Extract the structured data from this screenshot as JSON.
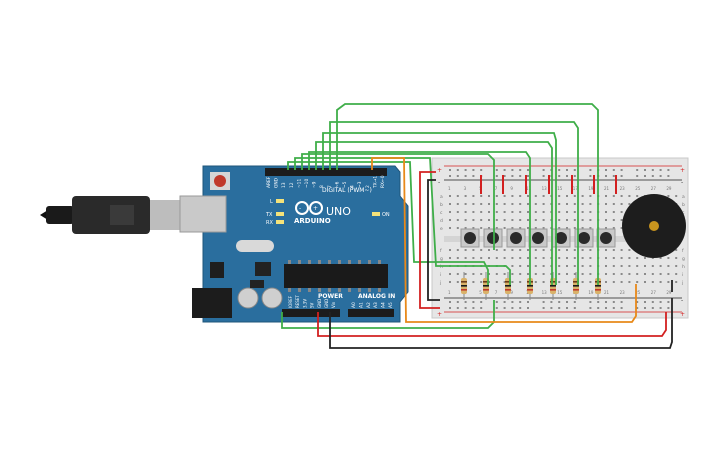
{
  "board": {
    "logo": "ARDUINO",
    "model": "UNO",
    "digital_header_label": "DIGITAL (PWM~)",
    "power_label": "POWER",
    "analog_label": "ANALOG IN",
    "led_l": "L",
    "led_tx": "TX",
    "led_rx": "RX",
    "on_label": "ON",
    "digital_pins": [
      "AREF",
      "GND",
      "13",
      "12",
      "~11",
      "~10",
      "~9",
      "8",
      "7",
      "~6",
      "~5",
      "4",
      "~3",
      "2",
      "TX→1",
      "RX←0"
    ],
    "power_pins": [
      "IOREF",
      "RESET",
      "3.3V",
      "5V",
      "GND",
      "GND",
      "Vin"
    ],
    "analog_pins": [
      "A0",
      "A1",
      "A2",
      "A3",
      "A4",
      "A5"
    ]
  },
  "breadboard": {
    "columns": [
      "1",
      "3",
      "5",
      "7",
      "9",
      "11",
      "13",
      "15",
      "17",
      "19",
      "21",
      "23",
      "25",
      "27",
      "29"
    ],
    "rows_top": [
      "a",
      "b",
      "c",
      "d",
      "e"
    ],
    "rows_bottom": [
      "f",
      "g",
      "h",
      "i",
      "j"
    ],
    "rail_plus": "+",
    "rail_minus": "-"
  },
  "colors": {
    "board_blue": "#2a6e9e",
    "wire_green": "#3fae49",
    "wire_red": "#d32020",
    "wire_black": "#222222",
    "wire_orange": "#e8891a",
    "breadboard": "#e6e6e6",
    "button_black": "#2b2b2b",
    "buzzer_black": "#1d1d1d"
  },
  "components": {
    "button_count": 7,
    "resistor_count": 7,
    "buzzer": "piezo-buzzer",
    "cable": "usb-b-cable"
  }
}
